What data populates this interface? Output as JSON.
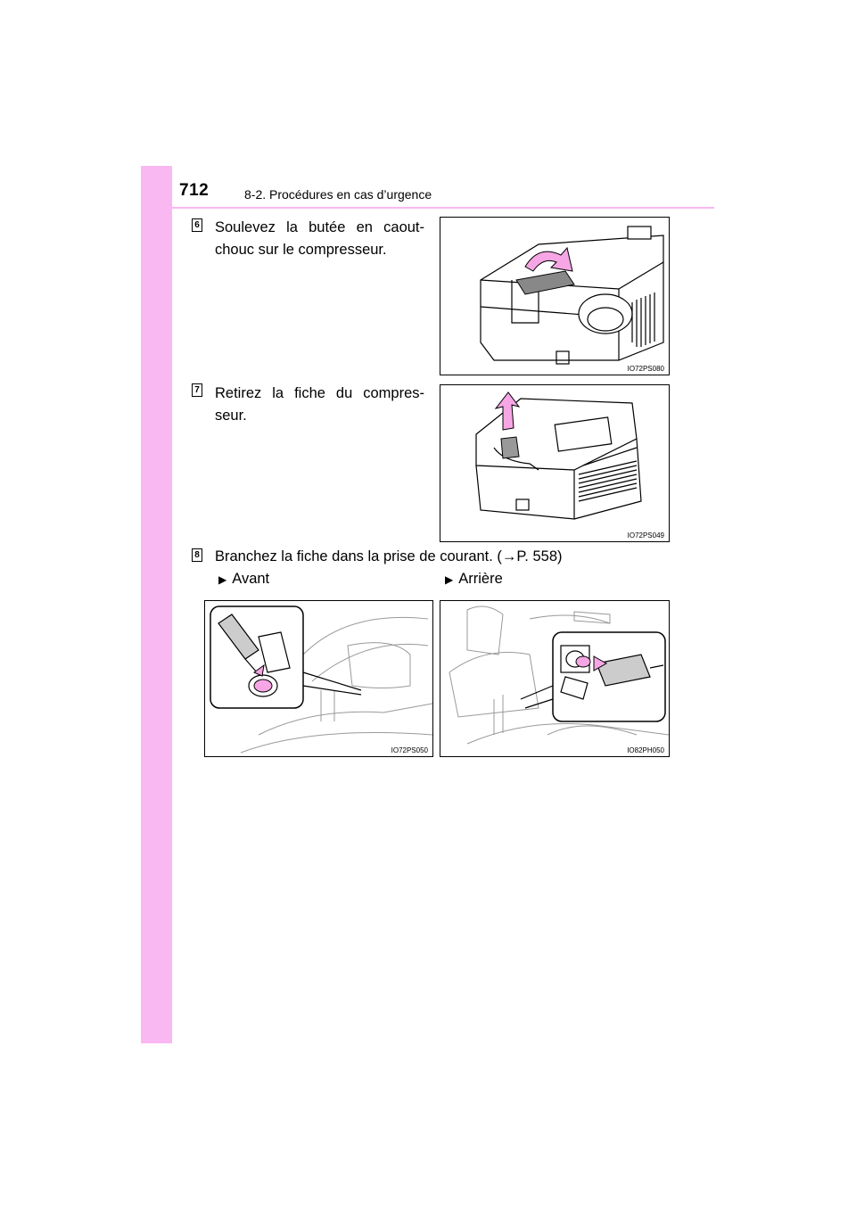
{
  "header": {
    "page_number": "712",
    "section_title": "8-2. Procédures en cas d’urgence"
  },
  "steps": [
    {
      "number": "6",
      "text": "Soulevez la butée en caout-chouc sur le compresseur.",
      "figure_code": "IO72PS080"
    },
    {
      "number": "7",
      "text": "Retirez la fiche du compres-seur.",
      "figure_code": "IO72PS049"
    },
    {
      "number": "8",
      "text": "Branchez la fiche dans la prise de courant. (→P. 558)",
      "options": [
        {
          "label": "Avant",
          "figure_code": "IO72PS050"
        },
        {
          "label": "Arrière",
          "figure_code": "IO82PH050"
        }
      ]
    }
  ],
  "icons": {
    "bullet": "triangle-right-icon",
    "step_number": "square-number-icon"
  },
  "colors": {
    "accent_pink": "#f9b8f1",
    "arrow_pink": "#f6a6e4"
  }
}
